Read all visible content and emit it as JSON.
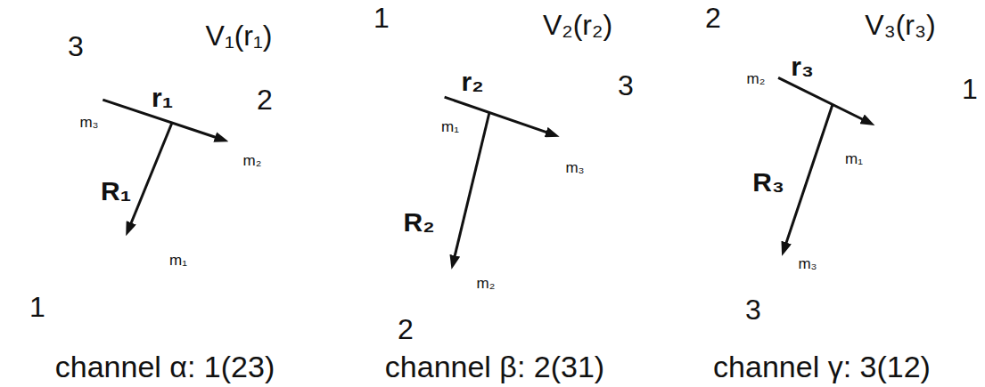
{
  "diagram": {
    "nodes": [
      {
        "text": [
          "V₁(r₁)"
        ]
      },
      {
        "text": [
          "3",
          "m₃"
        ],
        "in": 0
      },
      {
        "text": [
          "2",
          "m₂"
        ],
        "in": 0
      },
      {
        "text": [
          "1",
          "m₁"
        ]
      },
      {
        "text": [
          "V₂(r₂)"
        ]
      },
      {
        "text": [
          "1",
          "m₁"
        ],
        "in": 4
      },
      {
        "text": [
          "3",
          "m₃"
        ],
        "in": 4
      },
      {
        "text": [
          "2",
          "m₂"
        ]
      },
      {
        "text": [
          "V₃(r₃)"
        ]
      },
      {
        "text": [
          "2",
          "m₂"
        ],
        "in": 8
      },
      {
        "text": [
          "1",
          "m₁"
        ],
        "in": 8
      },
      {
        "text": [
          "3",
          "m₃"
        ]
      }
    ],
    "edges": [
      {
        "from": 1,
        "to": 2,
        "arrow": "to",
        "label": "r₁"
      },
      {
        "from": 0,
        "to": 3,
        "arrow": "to",
        "label": "R₁"
      },
      {
        "from": 5,
        "to": 6,
        "arrow": "to",
        "label": "r₂"
      },
      {
        "from": 4,
        "to": 7,
        "arrow": "to",
        "label": "R₂"
      },
      {
        "from": 9,
        "to": 10,
        "arrow": "to",
        "label": "r₃"
      },
      {
        "from": 8,
        "to": 11,
        "arrow": "to",
        "label": "R₃"
      }
    ],
    "labels": [
      "channel α: 1(23)",
      "channel β: 2(31)",
      "channel γ: 3(12)"
    ]
  }
}
